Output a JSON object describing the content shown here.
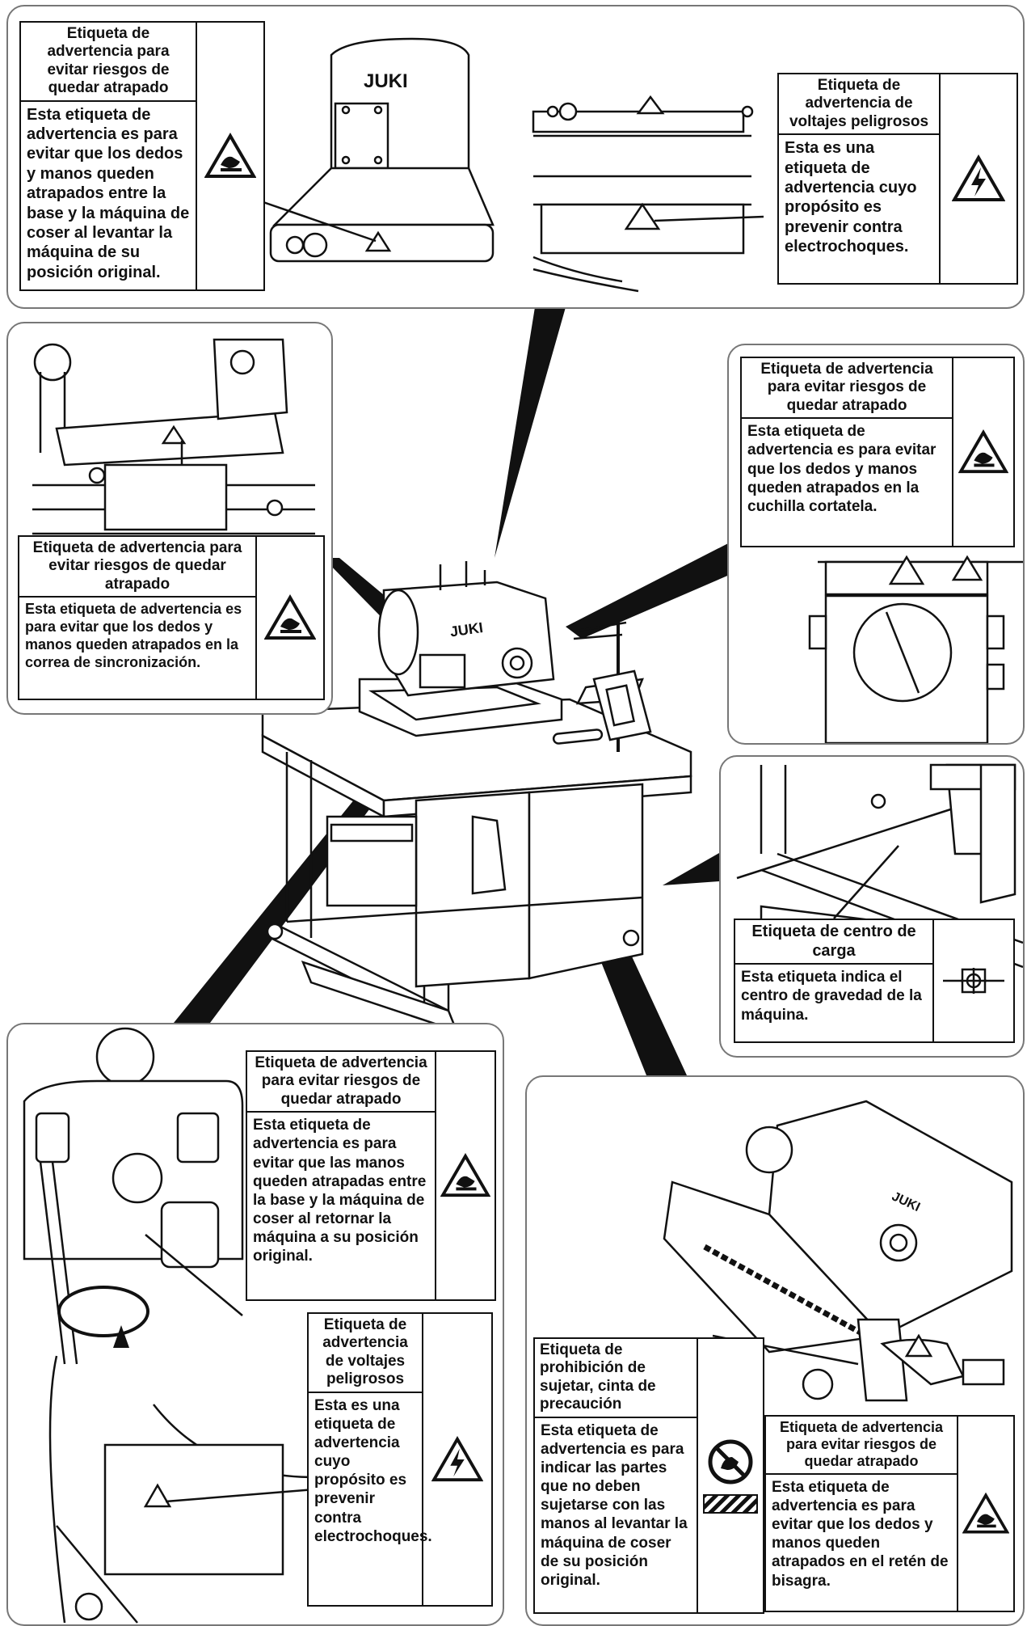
{
  "labels": {
    "top_left": {
      "title": "Etiqueta de advertencia para evitar riesgos de quedar atrapado",
      "body": "Esta etiqueta de advertencia es para evitar que los dedos y manos queden atrapados entre la base y la máquina de coser al levantar la máquina de su posición original.",
      "icon": "hand-pinch-warning-icon"
    },
    "top_right": {
      "title": "Etiqueta de advertencia de voltajes peligrosos",
      "body": "Esta es una etiqueta de advertencia cuyo propósito es prevenir contra electrochoques.",
      "icon": "high-voltage-warning-icon"
    },
    "mid_left": {
      "title": "Etiqueta de advertencia para evitar riesgos de quedar atrapado",
      "body": "Esta etiqueta de advertencia es para evitar que los dedos y manos queden atrapados en la correa de sincronización.",
      "icon": "hand-pinch-warning-icon"
    },
    "mid_right": {
      "title": "Etiqueta de advertencia para evitar riesgos de quedar atrapado",
      "body": "Esta etiqueta de advertencia es para evitar que los dedos y manos queden atrapados en la cuchilla cortatela.",
      "icon": "hand-pinch-warning-icon"
    },
    "center_load": {
      "title": "Etiqueta de centro de carga",
      "body": "Esta etiqueta indica el centro de gravedad de la máquina.",
      "icon": "center-of-gravity-icon"
    },
    "bottom_left_top": {
      "title": "Etiqueta de advertencia para evitar riesgos de quedar atrapado",
      "body": "Esta etiqueta de advertencia es para evitar que las manos queden atrapadas entre la base y la máquina de coser al retornar la máquina a su posición original.",
      "icon": "hand-pinch-warning-icon"
    },
    "bottom_left_bottom": {
      "title": "Etiqueta de advertencia de voltajes peligrosos",
      "body": "Esta es una etiqueta de advertencia cuyo propósito es prevenir contra electrochoques.",
      "icon": "high-voltage-warning-icon"
    },
    "bottom_right_prohibition": {
      "title": "Etiqueta de prohibición de sujetar, cinta de precaución",
      "body": "Esta etiqueta de advertencia es para indicar las partes que no deben sujetarse con las manos al levantar la máquina de coser de su posición original.",
      "icon": "no-hold-prohibition-icon"
    },
    "bottom_right_hinge": {
      "title": "Etiqueta de advertencia para evitar riesgos de quedar atrapado",
      "body": "Esta etiqueta de advertencia es para evitar que los dedos y manos queden atrapados en el retén de bisagra.",
      "icon": "hand-pinch-warning-icon"
    }
  },
  "brand": "JUKI"
}
